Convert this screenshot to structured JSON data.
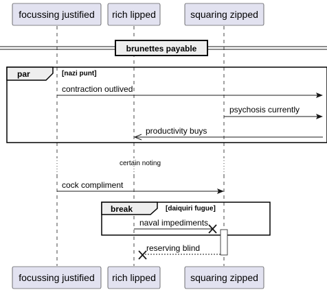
{
  "participants": [
    {
      "name": "focussing justified"
    },
    {
      "name": "rich lipped"
    },
    {
      "name": "squaring zipped"
    }
  ],
  "divider": {
    "label": "brunettes payable"
  },
  "frames": [
    {
      "kind": "par",
      "guard": "[nazi punt]"
    },
    {
      "kind": "break",
      "guard": "[daiquiri fugue]"
    }
  ],
  "messages": [
    {
      "label": "contraction outlived"
    },
    {
      "label": "psychosis currently"
    },
    {
      "label": "productivity buys"
    },
    {
      "label": "cock compliment"
    },
    {
      "label": "naval impediments"
    },
    {
      "label": "reserving blind"
    }
  ],
  "delay": {
    "label": "certain noting"
  },
  "colors": {
    "participant_fill": "#E2E2F0",
    "participant_border": "#181818",
    "lifeline": "#181818",
    "frame_fill": "#EEEEEE",
    "arrow": "#181818"
  }
}
